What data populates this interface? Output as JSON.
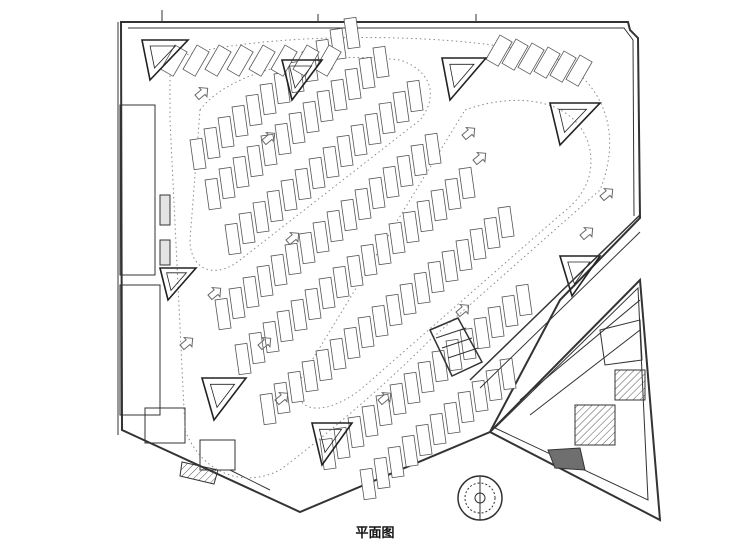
{
  "figure": {
    "caption": "平面图"
  },
  "colors": {
    "line": "#333333",
    "light": "#8a8a8a",
    "hatch": "#555555",
    "fill_dark": "#6f6f6f"
  },
  "elements": {
    "parking_stalls": "parking-stall",
    "stair_cores": "stair-core",
    "arrows": "direction-arrow",
    "ramp": "circular-ramp"
  }
}
